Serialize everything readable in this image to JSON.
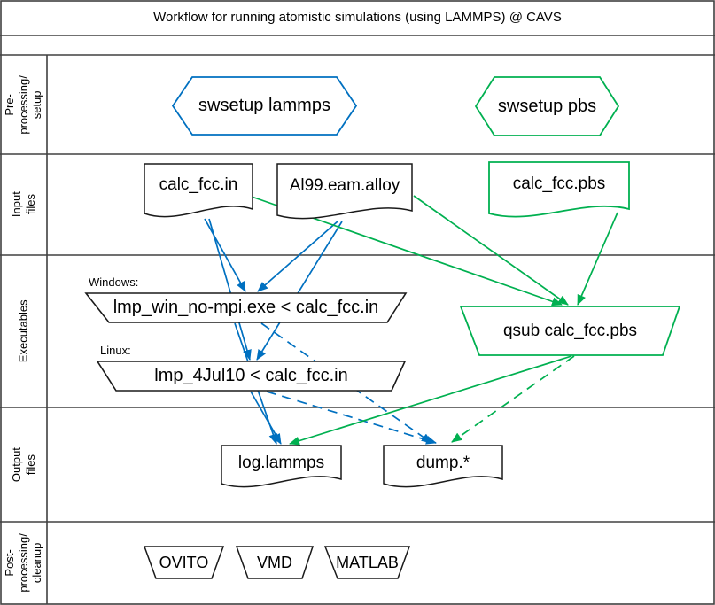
{
  "title": "Workflow for running atomistic simulations (using LAMMPS) @ CAVS",
  "colors": {
    "blue": "#0070C0",
    "green": "#00B050",
    "outline": "#1a1a1a",
    "grid": "#404040"
  },
  "lanes": [
    {
      "id": "pre-processing",
      "label": "Pre-processing/\nsetup"
    },
    {
      "id": "input-files",
      "label": "Input files"
    },
    {
      "id": "executables",
      "label": "Executables"
    },
    {
      "id": "output-files",
      "label": "Output files"
    },
    {
      "id": "post-processing",
      "label": "Post-\nprocessing/\ncleanup"
    }
  ],
  "nodes": {
    "swsetup_lammps": {
      "label": "swsetup lammps",
      "shape": "hexagon",
      "color": "blue"
    },
    "swsetup_pbs": {
      "label": "swsetup pbs",
      "shape": "hexagon",
      "color": "green"
    },
    "calc_fcc_in": {
      "label": "calc_fcc.in",
      "shape": "document",
      "color": "black"
    },
    "al99_eam_alloy": {
      "label": "Al99.eam.alloy",
      "shape": "document",
      "color": "black"
    },
    "calc_fcc_pbs": {
      "label": "calc_fcc.pbs",
      "shape": "document",
      "color": "green"
    },
    "lmp_win": {
      "label": "lmp_win_no-mpi.exe < calc_fcc.in",
      "os": "Windows:",
      "shape": "trapezoid",
      "color": "black"
    },
    "lmp_linux": {
      "label": "lmp_4Jul10 < calc_fcc.in",
      "os": "Linux:",
      "shape": "trapezoid",
      "color": "black"
    },
    "qsub": {
      "label": "qsub calc_fcc.pbs",
      "shape": "trapezoid",
      "color": "green"
    },
    "log_lammps": {
      "label": "log.lammps",
      "shape": "document",
      "color": "black"
    },
    "dump": {
      "label": "dump.*",
      "shape": "document",
      "color": "black"
    },
    "ovito": {
      "label": "OVITO",
      "shape": "trapezoid",
      "color": "black"
    },
    "vmd": {
      "label": "VMD",
      "shape": "trapezoid",
      "color": "black"
    },
    "matlab": {
      "label": "MATLAB",
      "shape": "trapezoid",
      "color": "black"
    }
  }
}
